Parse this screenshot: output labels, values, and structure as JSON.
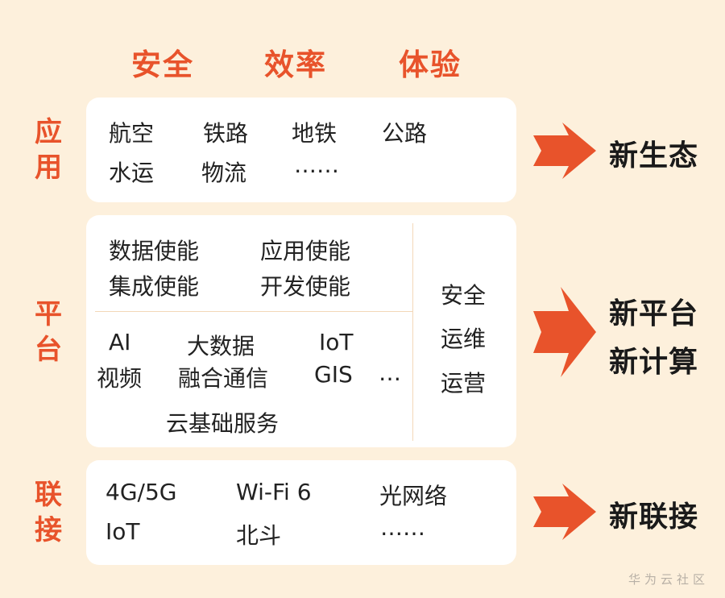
{
  "headers": [
    "安全",
    "效率",
    "体验"
  ],
  "layers": {
    "app": {
      "label": [
        "应",
        "用"
      ],
      "items": [
        "航空",
        "铁路",
        "地铁",
        "公路",
        "水运",
        "物流",
        "……"
      ],
      "result": [
        "新生态"
      ]
    },
    "platform": {
      "label": [
        "平",
        "台"
      ],
      "enable": [
        "数据使能",
        "应用使能",
        "集成使能",
        "开发使能"
      ],
      "tech": [
        "AI",
        "大数据",
        "IoT",
        "视频",
        "融合通信",
        "GIS",
        "…"
      ],
      "cloud": "云基础服务",
      "side": [
        "安全",
        "运维",
        "运营"
      ],
      "result": [
        "新平台",
        "新计算"
      ]
    },
    "connect": {
      "label": [
        "联",
        "接"
      ],
      "items": [
        "4G/5G",
        "Wi-Fi 6",
        "光网络",
        "IoT",
        "北斗",
        "……"
      ],
      "result": [
        "新联接"
      ]
    }
  },
  "colors": {
    "accent": "#e8532b",
    "background": "#fdf0dc",
    "card": "#ffffff"
  },
  "watermark": "华为云社区"
}
